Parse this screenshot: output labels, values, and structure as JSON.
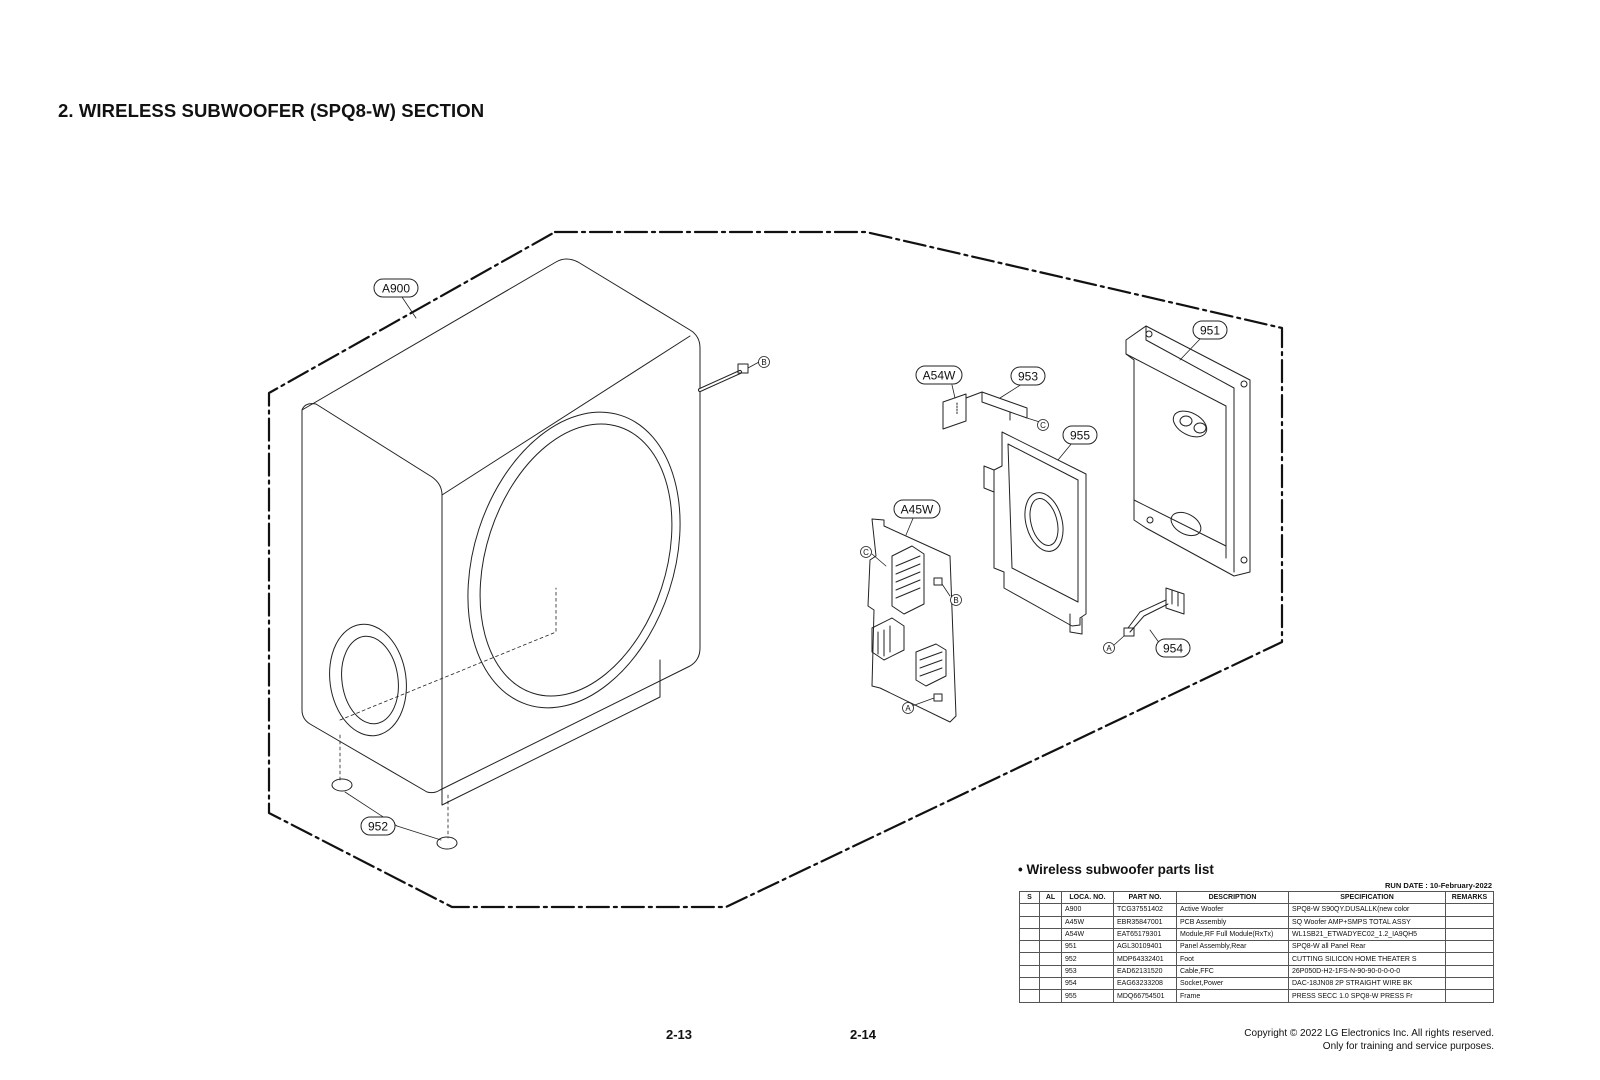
{
  "page_title": "2. WIRELESS SUBWOOFER (SPQ8-W) SECTION",
  "callouts": {
    "a900": "A900",
    "a54w": "A54W",
    "c953": "953",
    "c955": "955",
    "c951": "951",
    "a45w": "A45W",
    "c954": "954",
    "c952": "952"
  },
  "connector_marks": {
    "a": "A",
    "b": "B",
    "c": "C"
  },
  "parts_list": {
    "title": "• Wireless subwoofer parts list",
    "run_date": "RUN DATE : 10-February-2022",
    "columns": [
      "S",
      "AL",
      "LOCA. NO.",
      "PART NO.",
      "DESCRIPTION",
      "SPECIFICATION",
      "REMARKS"
    ],
    "rows": [
      [
        "",
        "",
        "A900",
        "TCG37551402",
        "Active Woofer",
        "SPQ8-W S90QY.DUSALLK(new color",
        ""
      ],
      [
        "",
        "",
        "A45W",
        "EBR35847001",
        "PCB Assembly",
        "SQ Woofer AMP+SMPS TOTAL ASSY",
        ""
      ],
      [
        "",
        "",
        "A54W",
        "EAT65179301",
        "Module,RF Full Module(RxTx)",
        "WL1SB21_ETWADYEC02_1.2_IA9QH5",
        ""
      ],
      [
        "",
        "",
        "951",
        "AGL30109401",
        "Panel Assembly,Rear",
        "SPQ8-W all Panel Rear",
        ""
      ],
      [
        "",
        "",
        "952",
        "MDP64332401",
        "Foot",
        "CUTTING SILICON HOME THEATER S",
        ""
      ],
      [
        "",
        "",
        "953",
        "EAD62131520",
        "Cable,FFC",
        "26P050D-H2-1FS-N-90-90-0-0-0-0",
        ""
      ],
      [
        "",
        "",
        "954",
        "EAG63233208",
        "Socket,Power",
        "DAC-18JN08 2P STRAIGHT WIRE BK",
        ""
      ],
      [
        "",
        "",
        "955",
        "MDQ66754501",
        "Frame",
        "PRESS SECC 1.0 SPQ8-W PRESS Fr",
        ""
      ]
    ]
  },
  "page_numbers": {
    "left": "2-13",
    "right": "2-14"
  },
  "copyright": {
    "line1": "Copyright © 2022 LG Electronics Inc. All rights reserved.",
    "line2": "Only for training and service purposes."
  }
}
